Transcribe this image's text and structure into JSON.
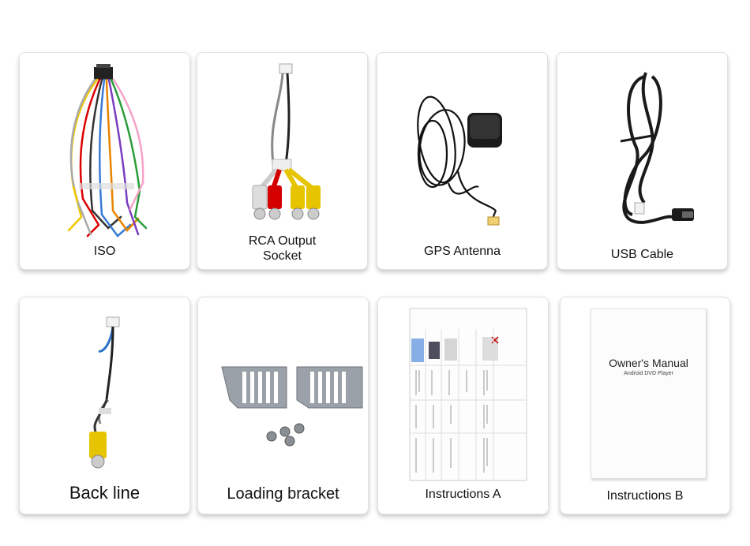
{
  "items": [
    {
      "label": "ISO"
    },
    {
      "label_line1": "RCA Output",
      "label_line2": "Socket"
    },
    {
      "label": "GPS Antenna"
    },
    {
      "label": "USB Cable"
    },
    {
      "label": "Back line"
    },
    {
      "label": "Loading bracket"
    },
    {
      "label": "Instructions A"
    },
    {
      "label": "Instructions B",
      "manual_title": "Owner's Manual",
      "manual_subtitle": "Android DVD Player"
    }
  ]
}
